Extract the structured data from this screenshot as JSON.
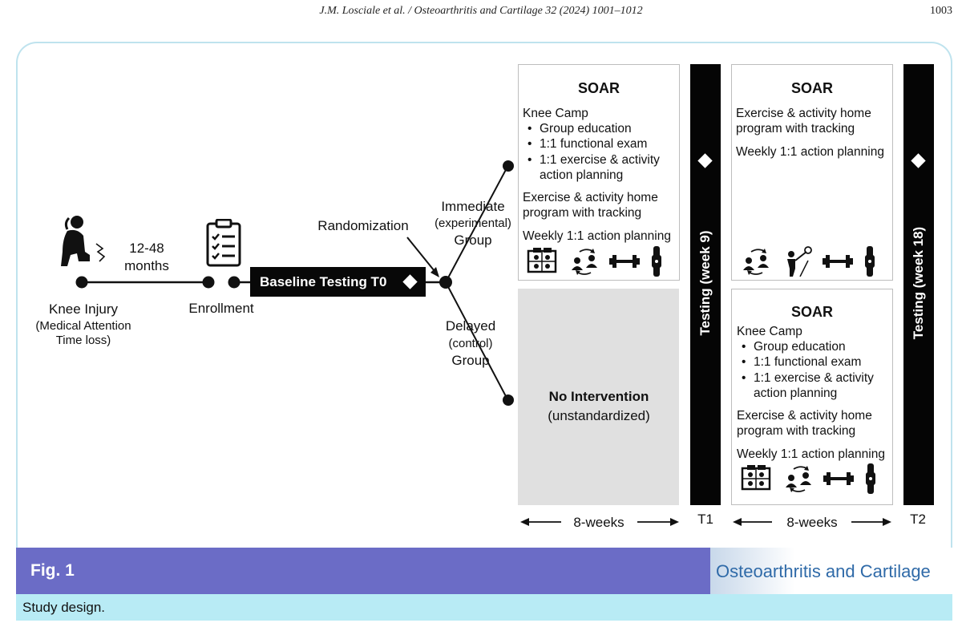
{
  "header": {
    "running_head": "J.M. Losciale et al. / Osteoarthritis and Cartilage 32 (2024) 1001–1012",
    "page_number": "1003"
  },
  "timeline": {
    "duration_top": "12-48",
    "duration_bottom": "months",
    "injury_label": "Knee Injury",
    "injury_note_1": "(Medical Attention",
    "injury_note_2": "Time loss)",
    "enrollment_label": "Enrollment",
    "baseline_label": "Baseline Testing T0",
    "randomization_label": "Randomization"
  },
  "groups": {
    "immediate_1": "Immediate",
    "immediate_2": "(experimental)",
    "immediate_3": "Group",
    "delayed_1": "Delayed",
    "delayed_2": "(control)",
    "delayed_3": "Group"
  },
  "panel_immediate_1": {
    "title": "SOAR",
    "heading": "Knee Camp",
    "bullet_1": "Group education",
    "bullet_2": "1:1 functional exam",
    "bullet_3a": "1:1 exercise & activity",
    "bullet_3b": "action planning",
    "program_1": "Exercise & activity home",
    "program_2": "program with tracking",
    "weekly": "Weekly 1:1 action planning"
  },
  "panel_no_intervention": {
    "title": "No Intervention",
    "subtitle": "(unstandardized)"
  },
  "panel_immediate_2": {
    "title": "SOAR",
    "program_1": "Exercise & activity home",
    "program_2": "program with tracking",
    "weekly": "Weekly 1:1 action planning"
  },
  "panel_delayed_2": {
    "title": "SOAR",
    "heading": "Knee Camp",
    "bullet_1": "Group education",
    "bullet_2": "1:1 functional exam",
    "bullet_3a": "1:1 exercise & activity",
    "bullet_3b": "action planning",
    "program_1": "Exercise & activity home",
    "program_2": "program with tracking",
    "weekly": "Weekly 1:1 action planning"
  },
  "testing": {
    "bar_1": "Testing (week 9)",
    "bar_2": "Testing (week 18)",
    "t1": "T1",
    "t2": "T2",
    "span_1": "8-weeks",
    "span_2": "8-weeks"
  },
  "icons": [
    "injured-person-icon",
    "pain-spark-icon",
    "checklist-icon",
    "video-call-icon",
    "exchange-people-icon",
    "dumbbell-icon",
    "fitness-tracker-icon",
    "physio-pointer-icon"
  ],
  "figure": {
    "label": "Fig. 1",
    "journal": "Osteoarthritis and Cartilage",
    "caption": "Study design."
  },
  "colors": {
    "figure_bar": "#6b6cc6",
    "caption_bar": "#b8ebf5",
    "journal_text": "#2f6aa8",
    "frame": "#bfe3ee",
    "no_intervention_fill": "#e0e0e0"
  }
}
